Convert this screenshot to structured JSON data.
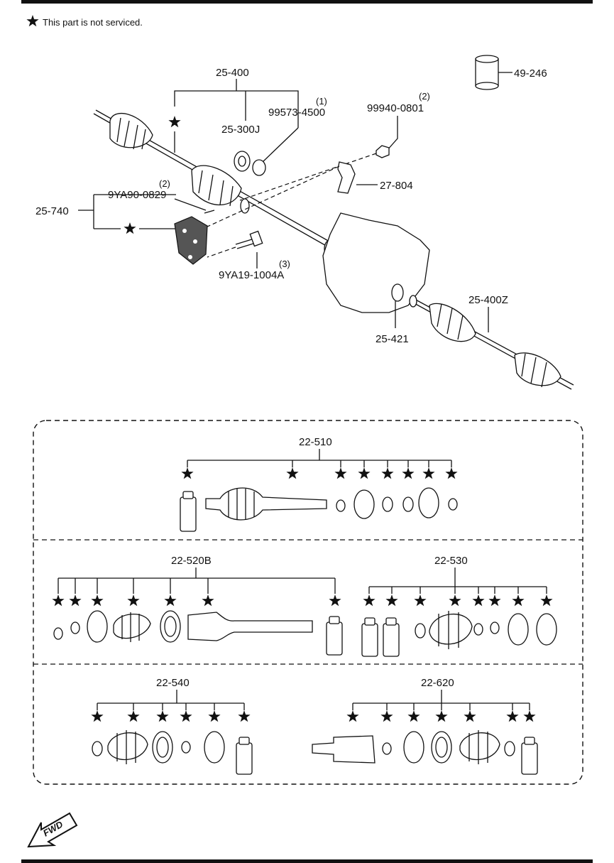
{
  "legend": {
    "note": "This part is not serviced."
  },
  "top": {
    "25-400": "25-400",
    "25-300J": "25-300J",
    "99573-4500": "99573-4500",
    "q1": "(1)",
    "99940-0801": "99940-0801",
    "q2a": "(2)",
    "27-804": "27-804",
    "49-246": "49-246",
    "25-740": "25-740",
    "9YA90-0829": "9YA90-0829",
    "q2b": "(2)",
    "9YA19-1004A": "9YA19-1004A",
    "q3": "(3)",
    "25-421": "25-421",
    "25-400Z": "25-400Z"
  },
  "kits": {
    "22-510": "22-510",
    "22-520B": "22-520B",
    "22-530": "22-530",
    "22-540": "22-540",
    "22-620": "22-620"
  },
  "fwd": "FWD"
}
